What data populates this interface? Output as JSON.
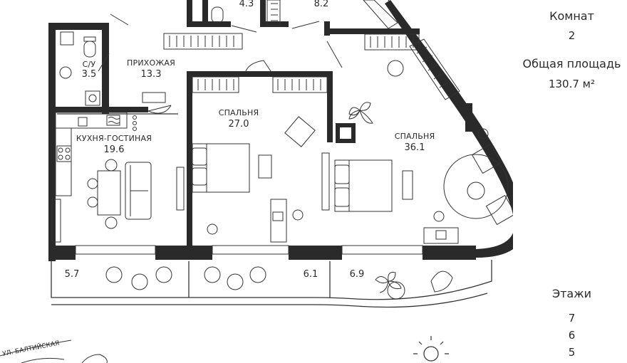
{
  "rooms": {
    "toilet": {
      "name": "С/У",
      "area": "3.5"
    },
    "hall": {
      "name": "ПРИХОЖАЯ",
      "area": "13.3"
    },
    "kitchen": {
      "name": "КУХНЯ-ГОСТИНАЯ",
      "area": "19.6"
    },
    "bedroom1": {
      "name": "СПАЛЬНЯ",
      "area": "27.0"
    },
    "bedroom2": {
      "name": "СПАЛЬНЯ",
      "area": "36.1"
    },
    "bath_top": {
      "area": "4.3"
    },
    "wardrobe_top": {
      "area": "8.2"
    },
    "balcony_left": {
      "area": "5.7"
    },
    "balcony_mid": {
      "area": "6.1"
    },
    "balcony_right": {
      "area": "6.9"
    }
  },
  "street": "УЛ. БАЛТИЙСКАЯ",
  "summary": {
    "rooms_label": "Комнат",
    "rooms_value": "2",
    "area_label": "Общая площадь",
    "area_value": "130.7 м²"
  },
  "floors": {
    "label": "Этажи",
    "items": [
      "7",
      "6",
      "5"
    ]
  },
  "colors": {
    "wall": "#2a2a2a",
    "line": "#3a3a3a",
    "background": "#ffffff"
  }
}
